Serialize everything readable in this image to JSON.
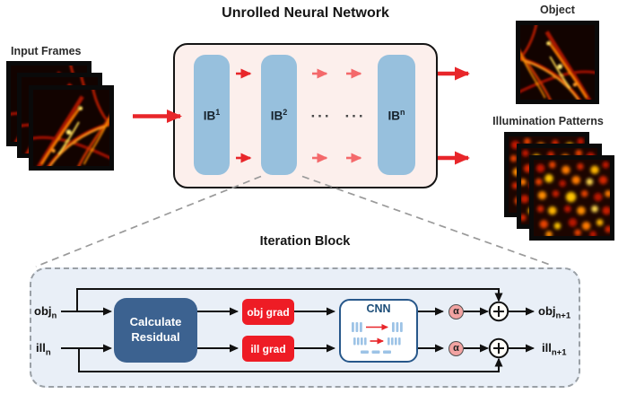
{
  "figure": {
    "title": "Unrolled Neural Network",
    "input_frames_label": "Input Frames",
    "object_label": "Object",
    "illumination_label": "Illumination Patterns"
  },
  "network": {
    "blocks": [
      {
        "base": "IB",
        "sup": "1"
      },
      {
        "base": "IB",
        "sup": "2"
      },
      {
        "base": "IB",
        "sup": "n"
      }
    ],
    "ellipsis": "···"
  },
  "iteration": {
    "title": "Iteration Block",
    "inputs": [
      {
        "base": "obj",
        "sub": "n"
      },
      {
        "base": "ill",
        "sub": "n"
      }
    ],
    "outputs": [
      {
        "base": "obj",
        "sub": "n+1"
      },
      {
        "base": "ill",
        "sub": "n+1"
      }
    ],
    "residual_line1": "Calculate",
    "residual_line2": "Residual",
    "grads": [
      "obj grad",
      "ill grad"
    ],
    "cnn_label": "CNN",
    "alpha_symbol": "α",
    "plus_symbol": "+"
  },
  "colors": {
    "arrow_red": "#e8262a",
    "arrow_salmon": "#f4696b",
    "block_blue": "#97c0dd",
    "network_box_fill": "#fcefec",
    "panel_fill": "#e9eff7",
    "residual_fill": "#3c6290",
    "grad_fill": "#ee1c25",
    "cnn_border": "#27578a",
    "alpha_fill": "#f2a3a2"
  }
}
